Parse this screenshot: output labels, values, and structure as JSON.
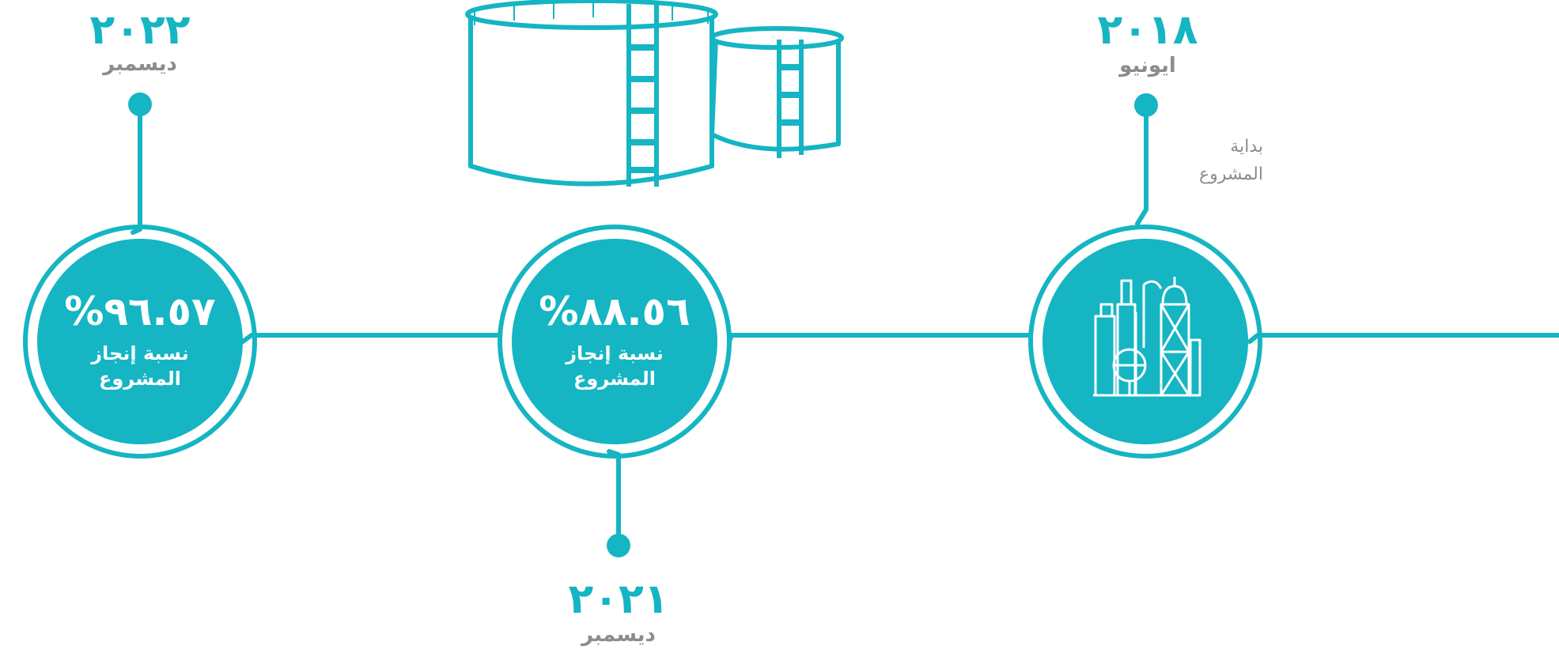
{
  "colors": {
    "accent": "#15b5c3",
    "muted": "#8c8c8c",
    "background": "#ffffff"
  },
  "milestones": [
    {
      "year": "٢٠٢٢",
      "month": "ديسمبر",
      "percent": "%٩٦.٥٧",
      "label": "نسبة إنجاز\nالمشروع"
    },
    {
      "year": "٢٠٢١",
      "month": "ديسمبر",
      "percent": "%٨٨.٥٦",
      "label": "نسبة إنجاز\nالمشروع"
    },
    {
      "year": "٢٠١٨",
      "month": "ايونيو",
      "note": "بداية\nالمشروع",
      "icon": "refinery-icon"
    }
  ],
  "decorations": {
    "top_illustration": "storage-tanks-icon"
  }
}
